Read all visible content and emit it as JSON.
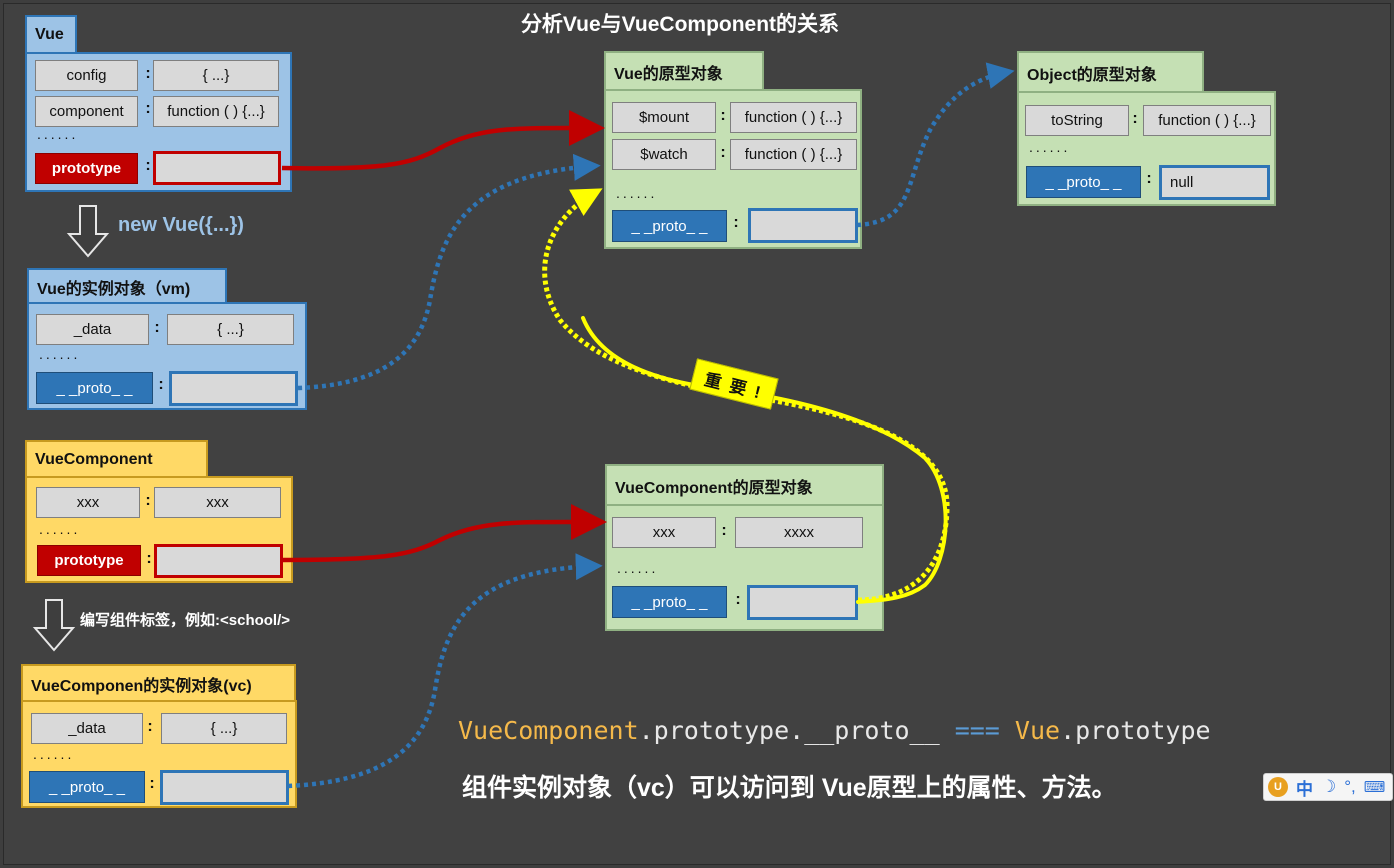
{
  "title": "分析Vue与VueComponent的关系",
  "vue": {
    "tab": "Vue",
    "rows": [
      {
        "key": "config",
        "value": "{ ...}"
      },
      {
        "key": "component",
        "value": "function ( ) {...}"
      }
    ],
    "dots": "......",
    "prototype_label": "prototype"
  },
  "new_vue_label": "new Vue({...})",
  "vm": {
    "tab": "Vue的实例对象（vm)",
    "rows": [
      {
        "key": "_data",
        "value": "{ ...}"
      }
    ],
    "dots": "......",
    "proto_label": "_ _proto_ _"
  },
  "vue_proto": {
    "tab": "Vue的原型对象",
    "rows": [
      {
        "key": "$mount",
        "value": "function ( ) {...}"
      },
      {
        "key": "$watch",
        "value": "function ( ) {...}"
      }
    ],
    "dots": "......",
    "proto_label": "_ _proto_ _"
  },
  "object_proto": {
    "tab": "Object的原型对象",
    "rows": [
      {
        "key": "toString",
        "value": "function ( ) {...}"
      }
    ],
    "dots": "......",
    "proto_label": "_ _proto_ _",
    "proto_value": "null"
  },
  "vuecomponent": {
    "tab": "VueComponent",
    "rows": [
      {
        "key": "xxx",
        "value": "xxx"
      }
    ],
    "dots": "......",
    "prototype_label": "prototype"
  },
  "write_tag_label": "编写组件标签，例如:<school/>",
  "vc": {
    "tab": "VueComponen的实例对象(vc)",
    "rows": [
      {
        "key": "_data",
        "value": "{ ...}"
      }
    ],
    "dots": "......",
    "proto_label": "_ _proto_ _"
  },
  "vc_proto": {
    "tab": "VueComponent的原型对象",
    "rows": [
      {
        "key": "xxx",
        "value": "xxxx"
      }
    ],
    "dots": "......",
    "proto_label": "_ _proto_ _"
  },
  "important_badge": "重 要 !",
  "caption_code": {
    "part1": "VueComponent",
    "part2": ".prototype.__proto__ ",
    "part3": "===",
    "part4": " Vue",
    "part5": ".prototype"
  },
  "caption_zh": "组件实例对象（vc）可以访问到 Vue原型上的属性、方法。",
  "ime": {
    "cn": "中",
    "moon": "☽",
    "punct": "°,",
    "keyboard": "⌨"
  },
  "colors": {
    "blue_fill": "#9dc3e6",
    "yellow_fill": "#ffd966",
    "green_fill": "#c5e0b4",
    "red_accent": "#c00000",
    "blue_accent": "#2e75b6",
    "highlight_yellow": "#ffff00"
  }
}
